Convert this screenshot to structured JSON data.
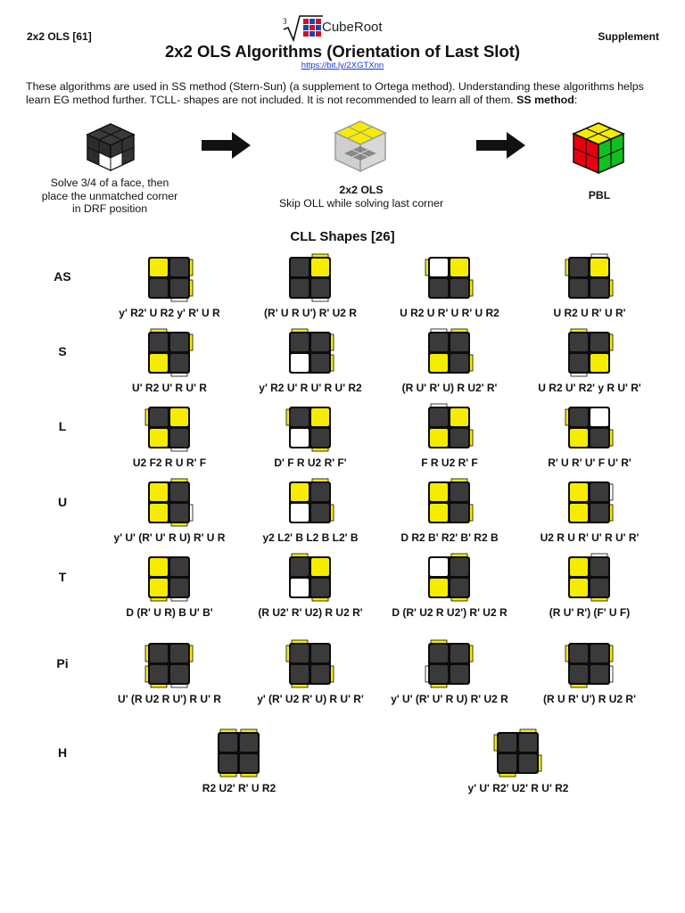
{
  "header": {
    "left_tag": "2x2 OLS [61]",
    "right_tag": "Supplement",
    "logo_text": "CubeRoot",
    "logo_root_index": "3",
    "title": "2x2 OLS Algorithms (Orientation of Last Slot)",
    "link": "https://bit.ly/2XGTXnn"
  },
  "intro": {
    "text": "These algorithms are used in SS method (Stern-Sun) (a supplement to Ortega method). Understanding these algorithms helps learn EG method further. TCLL- shapes are not included. It is not recommended to learn all of them.",
    "method_label": "SS method",
    "method_suffix": ":"
  },
  "method_steps": [
    {
      "caption_lines": [
        "Solve 3/4 of a face, then",
        "place the unmatched corner",
        "in DRF position"
      ]
    },
    {
      "caption_title": "2x2 OLS",
      "caption_lines": [
        "Skip OLL while solving last corner"
      ]
    },
    {
      "caption_title": "PBL"
    }
  ],
  "section_title": "CLL Shapes [26]",
  "colors": {
    "yellow": "#f5ec00",
    "dark": "#3a3a3a",
    "red": "#e8000e",
    "green": "#10c020",
    "outline": "#0c0c0c"
  },
  "rows": [
    {
      "label": "AS",
      "cases": [
        {
          "algorithm": "y' R2' U R2 y' R' U R",
          "top": [
            "Y",
            "D",
            "D",
            "D"
          ],
          "stickers": {
            "rt": "Y",
            "rb": "Y",
            "br": "W"
          }
        },
        {
          "algorithm": "(R' U R U') R' U2 R",
          "top": [
            "D",
            "Y",
            "D",
            "D"
          ],
          "stickers": {
            "tr": "Y",
            "br": "W"
          }
        },
        {
          "algorithm": "U R2 U R' U R' U R2",
          "top": [
            "W",
            "Y",
            "D",
            "D"
          ],
          "stickers": {
            "lt": "Y",
            "rb": "Y"
          }
        },
        {
          "algorithm": "U R2 U R' U R'",
          "top": [
            "D",
            "Y",
            "D",
            "D"
          ],
          "stickers": {
            "tr": "W",
            "lt": "Y",
            "rb": "Y"
          }
        }
      ]
    },
    {
      "label": "S",
      "cases": [
        {
          "algorithm": "U' R2 U' R U' R",
          "top": [
            "D",
            "D",
            "Y",
            "D"
          ],
          "stickers": {
            "tl": "Y",
            "rt": "Y",
            "br": "W"
          }
        },
        {
          "algorithm": "y' R2 U' R U' R U' R2",
          "top": [
            "D",
            "D",
            "W",
            "D"
          ],
          "stickers": {
            "tl": "Y",
            "rt": "Y",
            "rb": "Y"
          }
        },
        {
          "algorithm": "(R U' R' U) R U2' R'",
          "top": [
            "D",
            "D",
            "Y",
            "D"
          ],
          "stickers": {
            "tl": "W",
            "tr": "Y",
            "rb": "Y"
          }
        },
        {
          "algorithm": "U R2 U' R2' y R U' R'",
          "top": [
            "D",
            "D",
            "D",
            "Y"
          ],
          "stickers": {
            "tl": "Y",
            "rt": "Y",
            "bl": "W"
          }
        }
      ]
    },
    {
      "label": "L",
      "cases": [
        {
          "algorithm": "U2 F2 R U R' F",
          "top": [
            "D",
            "Y",
            "Y",
            "D"
          ],
          "stickers": {
            "lt": "Y",
            "br": "W"
          }
        },
        {
          "algorithm": "D' F R U2 R' F'",
          "top": [
            "D",
            "Y",
            "W",
            "D"
          ],
          "stickers": {
            "lt": "Y",
            "br": "Y"
          }
        },
        {
          "algorithm": "F R U2 R' F",
          "top": [
            "D",
            "Y",
            "Y",
            "D"
          ],
          "stickers": {
            "tl": "W",
            "rb": "Y"
          }
        },
        {
          "algorithm": "R' U R' U' F U' R'",
          "top": [
            "D",
            "W",
            "Y",
            "D"
          ],
          "stickers": {
            "lt": "Y",
            "rb": "Y"
          }
        }
      ]
    },
    {
      "label": "U",
      "cases": [
        {
          "algorithm": "y' U' (R' U' R U) R' U R",
          "top": [
            "Y",
            "D",
            "Y",
            "D"
          ],
          "stickers": {
            "rb": "W",
            "tr": "Y",
            "br": "Y"
          }
        },
        {
          "algorithm": "y2 L2' B L2 B L2' B",
          "top": [
            "Y",
            "D",
            "W",
            "D"
          ],
          "stickers": {
            "tr": "Y",
            "rb": "Y"
          }
        },
        {
          "algorithm": "D R2 B' R2' B' R2 B",
          "top": [
            "Y",
            "D",
            "Y",
            "D"
          ],
          "stickers": {
            "tr": "Y",
            "rb": "Y"
          }
        },
        {
          "algorithm": "U2 R U R' U' R U' R'",
          "top": [
            "Y",
            "D",
            "Y",
            "D"
          ],
          "stickers": {
            "rt": "W",
            "rb": "Y"
          }
        }
      ]
    },
    {
      "label": "T",
      "cases": [
        {
          "algorithm": "D (R' U R) B U' B'",
          "top": [
            "Y",
            "D",
            "Y",
            "D"
          ],
          "stickers": {
            "bl": "Y",
            "br": "W"
          }
        },
        {
          "algorithm": "(R U2' R' U2) R U2 R'",
          "top": [
            "D",
            "Y",
            "W",
            "D"
          ],
          "stickers": {
            "tl": "Y",
            "br": "Y"
          }
        },
        {
          "algorithm": "D (R' U2 R U2') R' U2 R",
          "top": [
            "W",
            "D",
            "Y",
            "D"
          ],
          "stickers": {
            "tr": "Y",
            "br": "Y"
          }
        },
        {
          "algorithm": "(R U' R') (F' U F)",
          "top": [
            "Y",
            "D",
            "Y",
            "D"
          ],
          "stickers": {
            "tr": "W",
            "br": "Y"
          }
        }
      ]
    },
    {
      "label": "Pi",
      "cases": [
        {
          "algorithm": "U' (R U2 R U') R U' R",
          "top": [
            "D",
            "D",
            "D",
            "D"
          ],
          "stickers": {
            "lt": "Y",
            "lb": "Y",
            "rt": "Y",
            "bl": "Y",
            "br": "W"
          }
        },
        {
          "algorithm": "y' (R' U2 R' U) R U' R'",
          "top": [
            "D",
            "D",
            "D",
            "D"
          ],
          "stickers": {
            "lt": "Y",
            "tl": "Y",
            "rb": "Y",
            "bl": "Y"
          }
        },
        {
          "algorithm": "y' U' (R' U' R U) R' U2 R",
          "top": [
            "D",
            "D",
            "D",
            "D"
          ],
          "stickers": {
            "tl": "Y",
            "lb": "W",
            "rt": "Y",
            "bl": "Y"
          }
        },
        {
          "algorithm": "(R U R' U') R U2 R'",
          "top": [
            "D",
            "D",
            "D",
            "D"
          ],
          "stickers": {
            "lt": "Y",
            "rt": "Y",
            "rb": "W",
            "bl": "Y"
          }
        }
      ]
    },
    {
      "label": "H",
      "cases": [
        {
          "algorithm": "R2 U2' R' U R2",
          "top": [
            "D",
            "D",
            "D",
            "D"
          ],
          "stickers": {
            "tl": "Y",
            "tr": "Y",
            "bl": "Y",
            "br": "Y"
          }
        },
        {
          "algorithm": "y' U' R2' U2' R U' R2",
          "top": [
            "D",
            "D",
            "D",
            "D"
          ],
          "stickers": {
            "lt": "Y",
            "tr": "Y",
            "bl": "Y",
            "rb": "Y"
          }
        }
      ]
    }
  ]
}
